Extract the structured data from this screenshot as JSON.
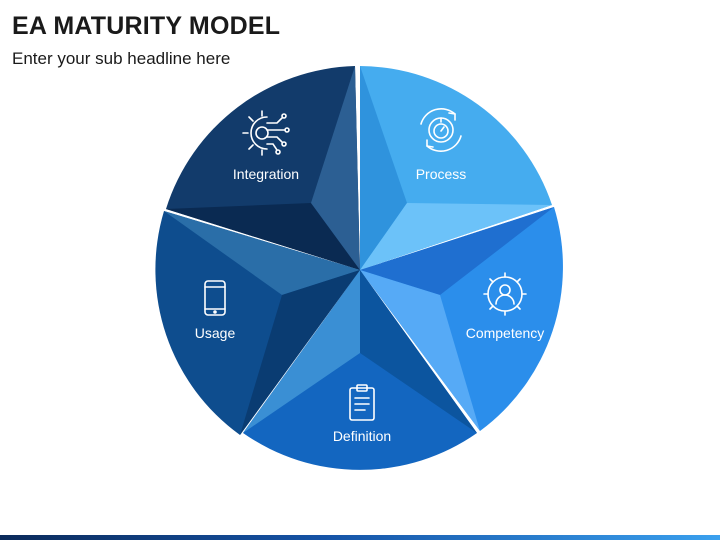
{
  "header": {
    "title": "EA MATURITY MODEL",
    "subtitle": "Enter your sub headline here"
  },
  "segments": [
    {
      "label": "Integration",
      "icon": "integration-gear-circuit-icon",
      "color": "#123b6b"
    },
    {
      "label": "Process",
      "icon": "process-stopwatch-cycle-icon",
      "color": "#45acef"
    },
    {
      "label": "Competency",
      "icon": "competency-gear-person-icon",
      "color": "#2b8eeb"
    },
    {
      "label": "Definition",
      "icon": "definition-clipboard-icon",
      "color": "#1366c0"
    },
    {
      "label": "Usage",
      "icon": "usage-smartphone-icon",
      "color": "#0e4d8e"
    }
  ]
}
